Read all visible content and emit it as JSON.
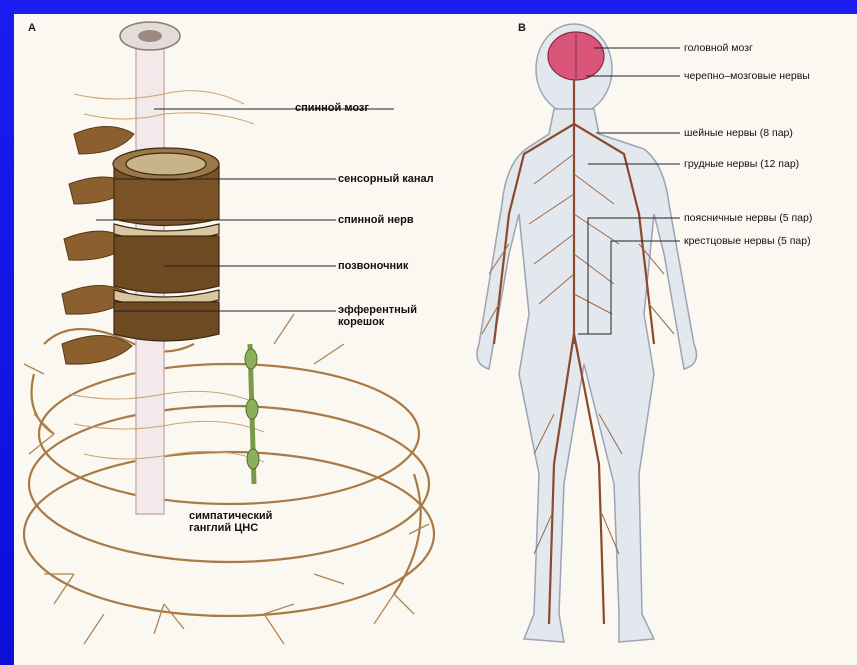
{
  "panel_a": {
    "letter": "A",
    "labels": {
      "spinal_cord": "спинной мозг",
      "sensory_canal": "сенсорный канал",
      "spinal_nerve": "спинной нерв",
      "spine": "позвоночник",
      "efferent_root_line1": "эфферентный",
      "efferent_root_line2": "корешок",
      "ganglion_line1": "симпатический",
      "ganglion_line2": "ганглий ЦНС"
    }
  },
  "panel_b": {
    "letter": "B",
    "labels": {
      "brain": "головной мозг",
      "cranial_nerves": "черепно–мозговые нервы",
      "cervical_nerves": "шейные нервы (8 пар)",
      "thoracic_nerves": "грудные нервы (12 пар)",
      "lumbar_nerves": "поясничные нервы (5 пар)",
      "sacral_nerves": "крестцовые нервы (5 пар)"
    }
  },
  "colors": {
    "background": "#0c0fd8",
    "plate": "#fbf8f1",
    "nerve": "#8b5a2b",
    "vertebra": "#6e4a22",
    "brain": "#d9557a",
    "body_halo": "#c9cfd8",
    "ganglion": "#7a9a4a"
  }
}
